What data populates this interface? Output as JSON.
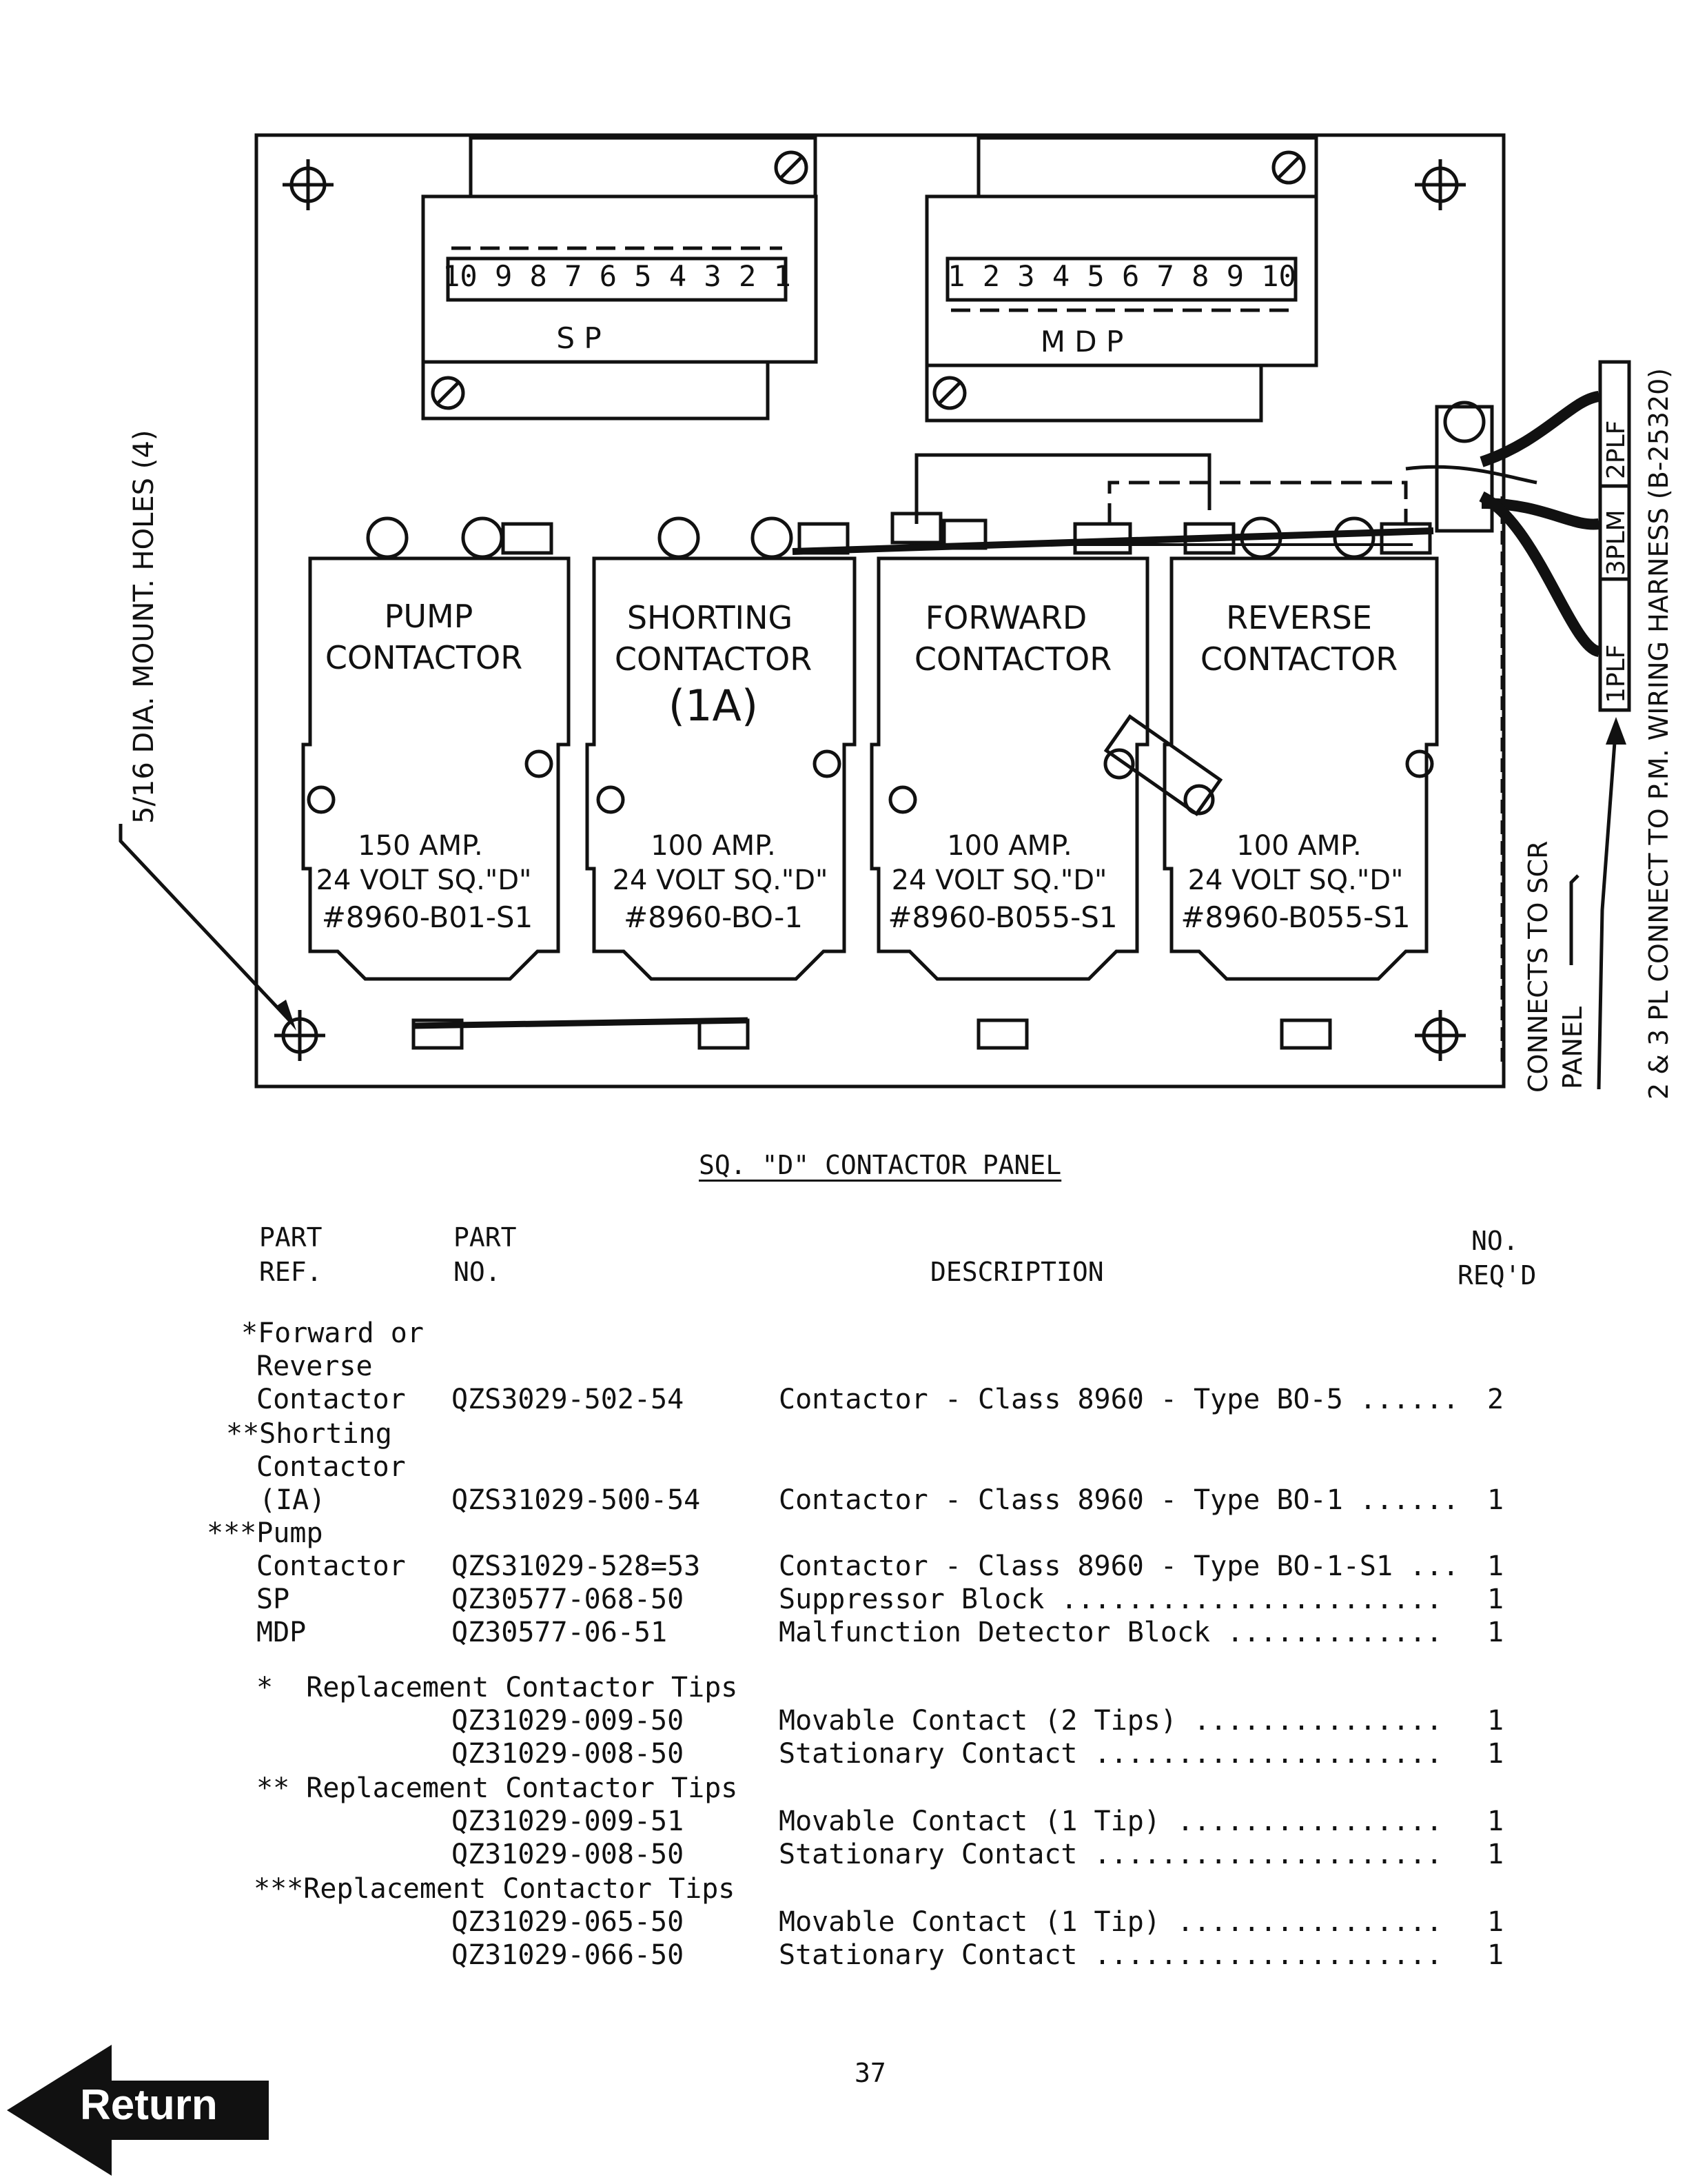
{
  "diagram": {
    "blocks": [
      {
        "label": "S P",
        "numbers": "10 9 8 7 6 5 4 3 2 1"
      },
      {
        "label": "M D P",
        "numbers": "1 2 3 4 5 6 7 8 9 10"
      }
    ],
    "contactors": [
      {
        "name_line1": "PUMP",
        "name_line2": "CONTACTOR",
        "name_line3": "",
        "amp": "150 AMP.",
        "volt": "24 VOLT SQ.\"D\"",
        "part": "#8960-B01-S1"
      },
      {
        "name_line1": "SHORTING",
        "name_line2": "CONTACTOR",
        "name_line3": "(1A)",
        "amp": "100 AMP.",
        "volt": "24 VOLT SQ.\"D\"",
        "part": "#8960-BO-1"
      },
      {
        "name_line1": "FORWARD",
        "name_line2": "CONTACTOR",
        "name_line3": "",
        "amp": "100 AMP.",
        "volt": "24 VOLT SQ.\"D\"",
        "part": "#8960-B055-S1"
      },
      {
        "name_line1": "REVERSE",
        "name_line2": "CONTACTOR",
        "name_line3": "",
        "amp": "100 AMP.",
        "volt": "24 VOLT SQ.\"D\"",
        "part": "#8960-B055-S1"
      }
    ],
    "mount_holes_note": "5/16 DIA. MOUNT. HOLES (4)",
    "scr_note_line1": "CONNECTS TO SCR",
    "scr_note_line2": "PANEL",
    "harness_note": "2 & 3 PL CONNECT TO P.M. WIRING HARNESS (B-25320)",
    "connector_labels": [
      "1PLF",
      "3PLM",
      "2PLF"
    ]
  },
  "caption": "SQ. \"D\" CONTACTOR PANEL",
  "table": {
    "headers": {
      "part_ref_1": "PART",
      "part_ref_2": "REF.",
      "part_no_1": "PART",
      "part_no_2": "NO.",
      "description": "DESCRIPTION",
      "req_1": "NO.",
      "req_2": "REQ'D"
    },
    "rows": [
      {
        "ref": "*Forward or",
        "no": "",
        "desc": "",
        "qty": ""
      },
      {
        "ref": "Reverse",
        "no": "",
        "desc": "",
        "qty": ""
      },
      {
        "ref": "Contactor",
        "no": "QZS3029-502-54",
        "desc": "Contactor - Class 8960 - Type BO-5 ......",
        "qty": "2"
      },
      {
        "ref": "**Shorting",
        "no": "",
        "desc": "",
        "qty": ""
      },
      {
        "ref": "Contactor",
        "no": "",
        "desc": "",
        "qty": ""
      },
      {
        "ref": "(IA)",
        "no": "QZS31029-500-54",
        "desc": "Contactor - Class 8960 - Type BO-1 ......",
        "qty": "1"
      },
      {
        "ref": "***Pump",
        "no": "",
        "desc": "",
        "qty": ""
      },
      {
        "ref": "Contactor",
        "no": "QZS31029-528=53",
        "desc": "Contactor - Class 8960 - Type BO-1-S1 ...",
        "qty": "1"
      },
      {
        "ref": "SP",
        "no": "QZ30577-068-50",
        "desc": "Suppressor Block .......................",
        "qty": "1"
      },
      {
        "ref": "MDP",
        "no": "QZ30577-06-51",
        "desc": "Malfunction Detector Block .............",
        "qty": "1"
      },
      {
        "ref": "*  Replacement Contactor Tips",
        "no": "",
        "desc": "",
        "qty": ""
      },
      {
        "ref": "",
        "no": "QZ31029-009-50",
        "desc": "Movable Contact (2 Tips) ...............",
        "qty": "1"
      },
      {
        "ref": "",
        "no": "QZ31029-008-50",
        "desc": "Stationary Contact .....................",
        "qty": "1"
      },
      {
        "ref": "** Replacement Contactor Tips",
        "no": "",
        "desc": "",
        "qty": ""
      },
      {
        "ref": "",
        "no": "QZ31029-009-51",
        "desc": "Movable Contact (1 Tip) ................",
        "qty": "1"
      },
      {
        "ref": "",
        "no": "QZ31029-008-50",
        "desc": "Stationary Contact .....................",
        "qty": "1"
      },
      {
        "ref": "***Replacement Contactor Tips",
        "no": "",
        "desc": "",
        "qty": ""
      },
      {
        "ref": "",
        "no": "QZ31029-065-50",
        "desc": "Movable Contact (1 Tip) ................",
        "qty": "1"
      },
      {
        "ref": "",
        "no": "QZ31029-066-50",
        "desc": "Stationary Contact .....................",
        "qty": "1"
      }
    ]
  },
  "page_number": "37",
  "return_label": "Return"
}
